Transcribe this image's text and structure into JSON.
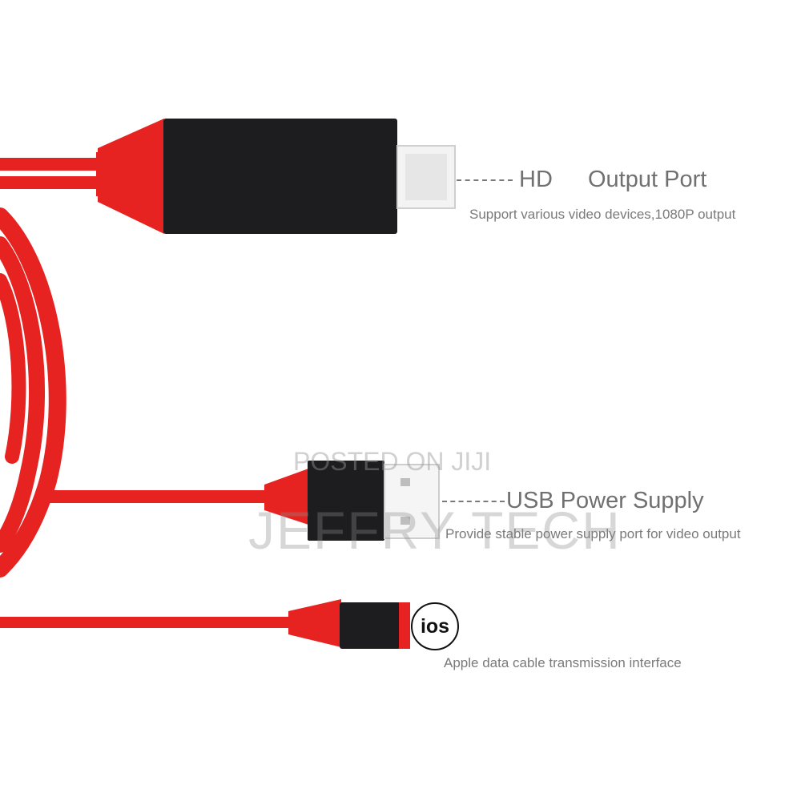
{
  "labels": {
    "hd_word": "HD",
    "output_port": "Output Port",
    "output_desc": "Support various video devices,1080P output",
    "usb_power": "USB Power Supply",
    "usb_desc": "Provide stable power supply port for video output",
    "ios_badge": "ios",
    "ios_desc": "Apple data cable transmission interface"
  },
  "watermark": {
    "line1": "POSTED ON JIJI",
    "line2": "JEFFRY TECH"
  },
  "colors": {
    "cable": "#e8201e",
    "connector_body": "#1d1d1f",
    "text": "#707070"
  }
}
